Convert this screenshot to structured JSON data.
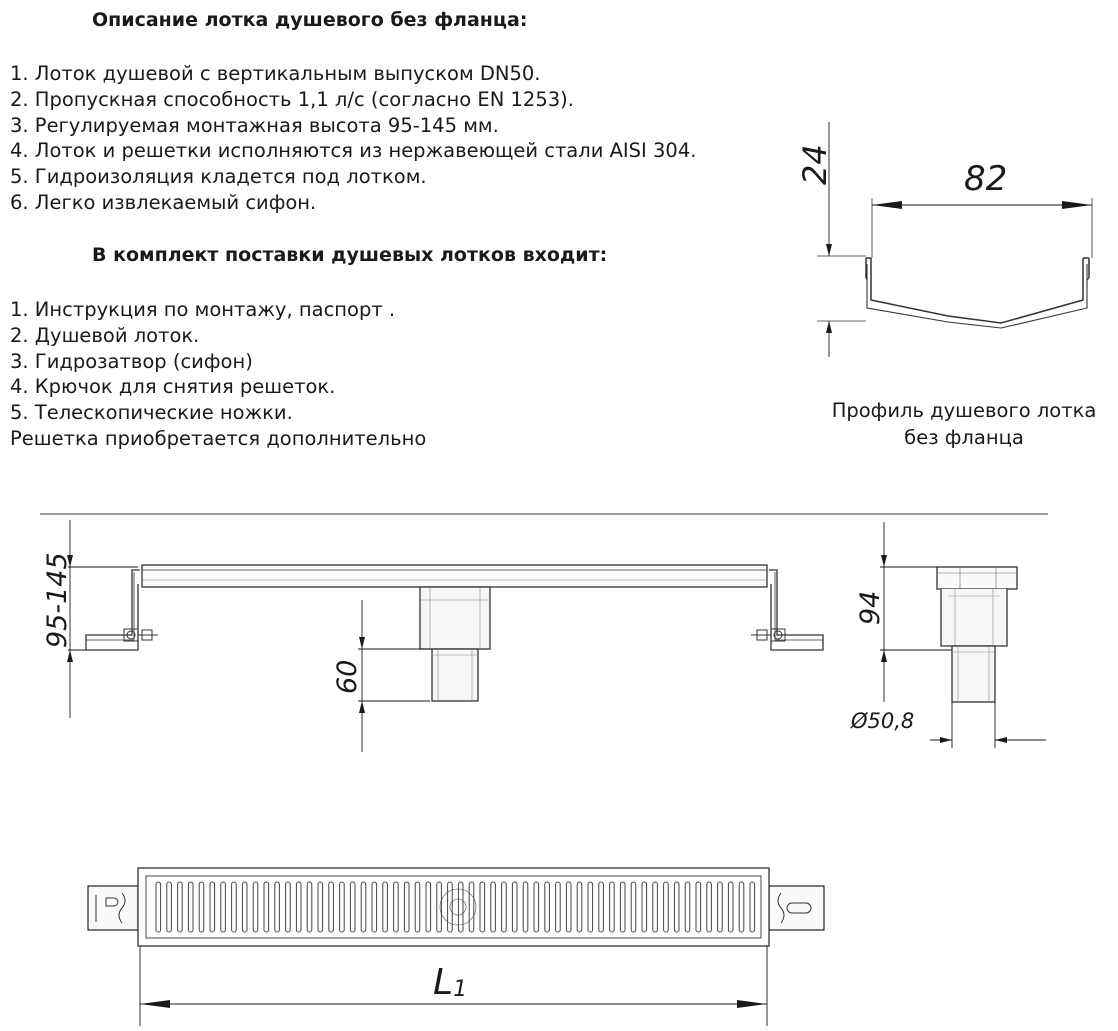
{
  "description": {
    "title": "Описание лотка душевого без фланца:",
    "items": [
      "1. Лоток душевой с вертикальным выпуском DN50.",
      "2. Пропускная способность 1,1 л/с (согласно EN 1253).",
      "3. Регулируемая монтажная высота 95-145 мм.",
      "4. Лоток и решетки исполняются из нержавеющей стали AISI 304.",
      "5. Гидроизоляция кладется под лотком.",
      "6. Легко извлекаемый сифон."
    ]
  },
  "package": {
    "title": "В комплект поставки душевых лотков входит:",
    "items": [
      "1. Инструкция по монтажу, паспорт .",
      "2. Душевой лоток.",
      "3. Гидрозатвор (сифон)",
      "4. Крючок для снятия решеток.",
      "5. Телескопические ножки.",
      "Решетка приобретается дополнительно"
    ]
  },
  "profile": {
    "caption_line1": "Профиль душевого лотка",
    "caption_line2": "без фланца",
    "dim_width": "82",
    "dim_height": "24"
  },
  "side_view": {
    "dim_height_range": "95-145",
    "dim_outlet": "60"
  },
  "end_view": {
    "dim_height": "94",
    "dim_diameter": "Ø50,8"
  },
  "top_view": {
    "dim_length": "L1",
    "dim_length_main": "L",
    "dim_length_sub": "1"
  }
}
